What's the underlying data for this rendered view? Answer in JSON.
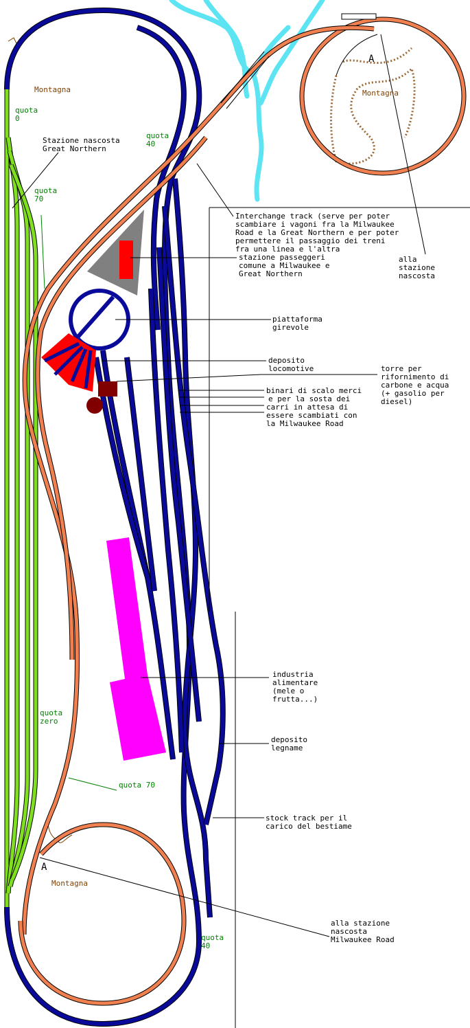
{
  "colors": {
    "milwaukee_track": "#0a0a9a",
    "great_northern_track": "#f08050",
    "hidden_station_track": "#80e020",
    "food_industry": "#ff00ff",
    "engine_house": "#ff0000",
    "passenger_station": "#808080",
    "coal_tower": "#800000",
    "river": "#40e0f0",
    "mountain": "#804000",
    "elevation_text": "#008000"
  },
  "mountains": [
    "Montagna",
    "Montagna",
    "Montagna"
  ],
  "elevations": {
    "q0": [
      "quota",
      "0"
    ],
    "q40_top": [
      "quota",
      "40"
    ],
    "q70_top": [
      "quota",
      "70"
    ],
    "qzero": [
      "quota",
      "zero"
    ],
    "q70_bottom": "quota 70",
    "q40_bottom": [
      "quota",
      "40"
    ]
  },
  "markers": [
    "A",
    "A"
  ],
  "labels": {
    "hidden_gn": [
      "Stazione nascosta",
      "Great Northern"
    ],
    "interchange": [
      "Interchange track (serve per poter",
      "scambiare i vagoni fra la Milwaukee",
      "Road e la Great Northern e per poter",
      "permettere il passaggio dei treni",
      "fra una linea e l'altra"
    ],
    "passenger_station": [
      "stazione passeggeri",
      "comune a Milwaukee e",
      "Great Northern"
    ],
    "to_hidden_station": [
      "alla",
      "stazione",
      "nascosta"
    ],
    "turntable": [
      "piattaforma",
      "girevole"
    ],
    "engine_house": [
      "deposito",
      "locomotive"
    ],
    "coal_tower": [
      "torre per",
      "rifornimento di",
      "carbone e acqua",
      "(+ gasolio per",
      "diesel)"
    ],
    "freight_yard": [
      "binari di scalo merci",
      "e per la sosta dei",
      "carri in attesa di",
      "essere scambiati con",
      "la Milwaukee Road"
    ],
    "food_industry": [
      "industria",
      "alimentare",
      "(mele o",
      "frutta...)"
    ],
    "lumber": [
      "deposito",
      "legname"
    ],
    "stock_track": [
      "stock track per il",
      "carico del bestiame"
    ],
    "to_hidden_mr": [
      "alla stazione",
      "nascosta",
      "Milwaukee Road"
    ]
  }
}
